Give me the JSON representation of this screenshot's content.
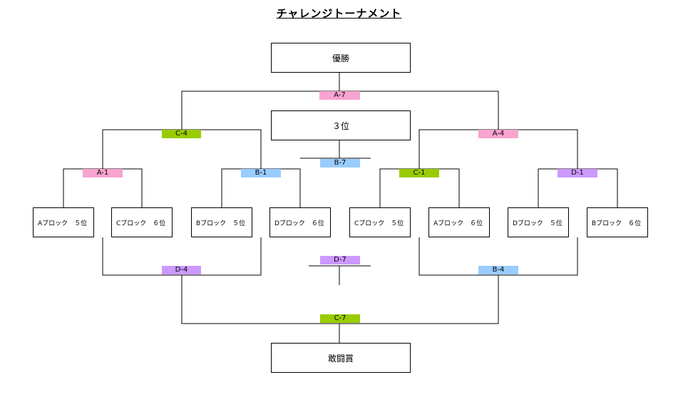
{
  "title": "チャレンジトーナメント",
  "colors": {
    "pink": "#f9a3d0",
    "green": "#99cc00",
    "blue": "#99ccff",
    "purple": "#cc99ff"
  },
  "boxes": {
    "winner": "優勝",
    "third_place": "３位",
    "fighting_spirit": "敢闘賞"
  },
  "teams": [
    "Aブロック　５位",
    "Cブロック　６位",
    "Bブロック　５位",
    "Dブロック　６位",
    "Cブロック　５位",
    "Aブロック　６位",
    "Dブロック　５位",
    "Bブロック　６位"
  ],
  "matches": {
    "a7": "A-7",
    "c4": "C-4",
    "a4": "A-4",
    "b7": "B-7",
    "a1": "A-1",
    "b1": "B-1",
    "c1": "C-1",
    "d1": "D-1",
    "d7": "D-7",
    "d4": "D-4",
    "b4": "B-4",
    "c7": "C-7"
  }
}
